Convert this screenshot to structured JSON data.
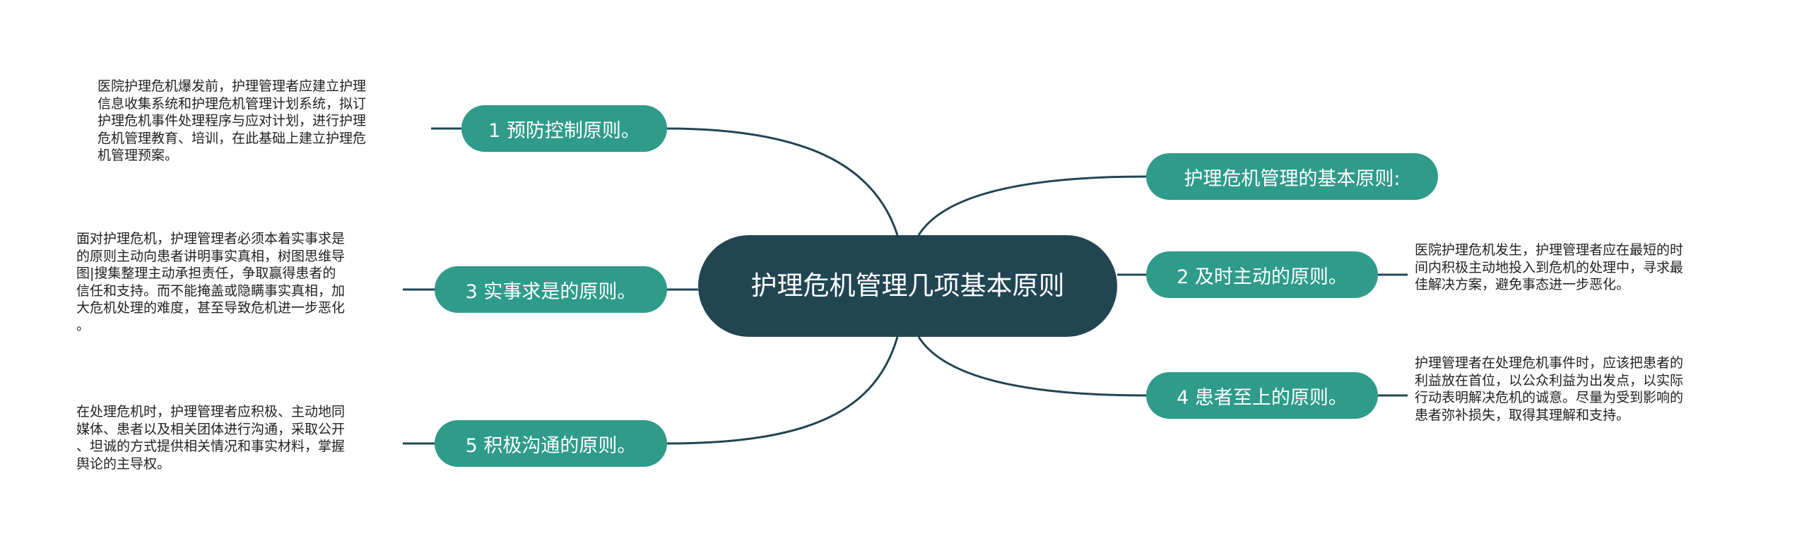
{
  "colors": {
    "root": "#224552",
    "branch": "#2f9b8a",
    "link": "#224552"
  },
  "root": {
    "title": "护理危机管理几项基本原则"
  },
  "branches": {
    "intro": {
      "label": "护理危机管理的基本原则:"
    },
    "b1": {
      "label": "1 预防控制原则。",
      "desc": [
        "医院护理危机爆发前，护理管理者应建立护理",
        "信息收集系统和护理危机管理计划系统，拟订",
        "护理危机事件处理程序与应对计划，进行护理",
        "危机管理教育、培训，在此基础上建立护理危",
        "机管理预案。"
      ]
    },
    "b2": {
      "label": "2 及时主动的原则。",
      "desc": [
        "医院护理危机发生，护理管理者应在最短的时",
        "间内积极主动地投入到危机的处理中，寻求最",
        "佳解决方案，避免事态进一步恶化。"
      ]
    },
    "b3": {
      "label": "3 实事求是的原则。",
      "desc": [
        "面对护理危机，护理管理者必须本着实事求是",
        "的原则主动向患者讲明事实真相，树图思维导",
        "图|搜集整理主动承担责任，争取赢得患者的",
        "信任和支持。而不能掩盖或隐瞒事实真相，加",
        "大危机处理的难度，甚至导致危机进一步恶化",
        "。"
      ]
    },
    "b4": {
      "label": "4 患者至上的原则。",
      "desc": [
        "护理管理者在处理危机事件时，应该把患者的",
        "利益放在首位，以公众利益为出发点，以实际",
        "行动表明解决危机的诚意。尽量为受到影响的",
        "患者弥补损失，取得其理解和支持。"
      ]
    },
    "b5": {
      "label": "5 积极沟通的原则。",
      "desc": [
        "在处理危机时，护理管理者应积极、主动地同",
        "媒体、患者以及相关团体进行沟通，采取公开",
        "、坦诚的方式提供相关情况和事实材料，掌握",
        "舆论的主导权。"
      ]
    }
  }
}
